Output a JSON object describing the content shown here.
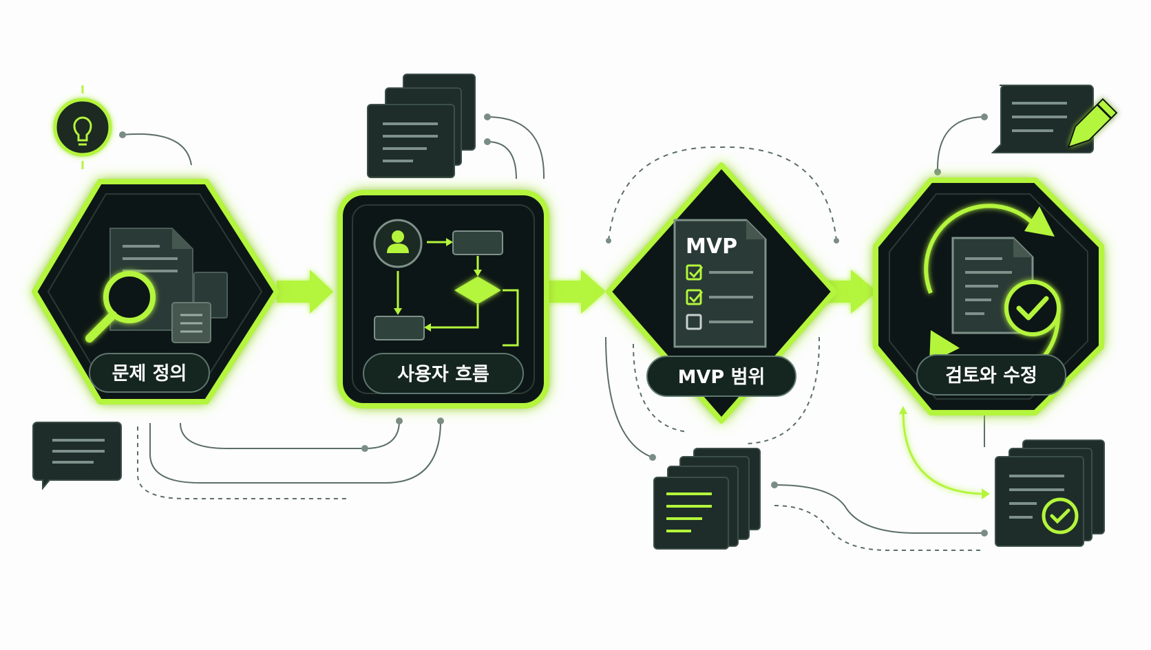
{
  "steps": [
    {
      "label": "문제 정의"
    },
    {
      "label": "사용자 흐름"
    },
    {
      "label": "MVP 범위"
    },
    {
      "label": "검토와 수정"
    }
  ],
  "mvp_doc_title": "MVP",
  "colors": {
    "accent": "#b4f53c",
    "panel": "#172420",
    "panel_dark": "#0c1512",
    "doc": "#2a3a36",
    "connector": "#5b6d67"
  },
  "icons": [
    "lightbulb-icon",
    "magnifier-icon",
    "user-icon",
    "checklist-icon",
    "pencil-icon",
    "check-circle-icon",
    "refresh-arrows-icon"
  ]
}
